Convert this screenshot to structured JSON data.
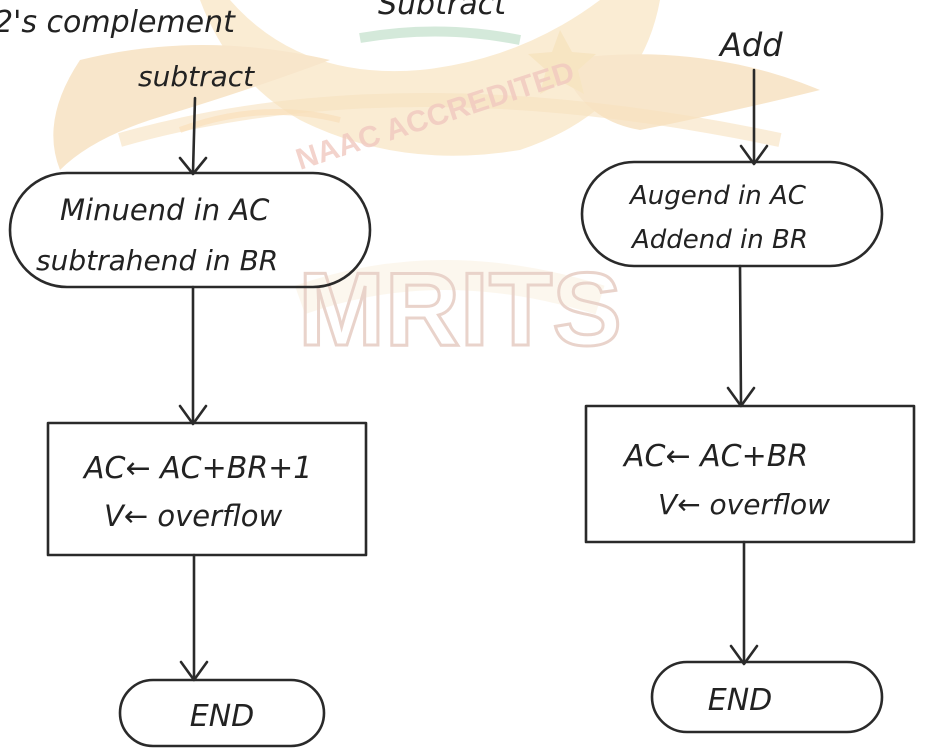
{
  "watermark": {
    "logo_text": "MRITS",
    "seal_text": "NAAC ACCREDITED",
    "color": "#e9b15a"
  },
  "colors": {
    "ink": "#2a2a2a",
    "paper": "#ffffff"
  },
  "left_flow": {
    "heading_line1": "2's complement",
    "heading_line1_tail": "Subtract",
    "heading_line2": "subtract",
    "start_box": {
      "line1": "Minuend in AC",
      "line2": "subtrahend in BR"
    },
    "process_box": {
      "line1": "AC← AC+BR+1",
      "line2": "V← overflow"
    },
    "end_box": "END"
  },
  "right_flow": {
    "heading": "Add",
    "start_box": {
      "line1": "Augend in AC",
      "line2": "Addend in BR"
    },
    "process_box": {
      "line1": "AC← AC+BR",
      "line2": "V← overflow"
    },
    "end_box": "END"
  }
}
